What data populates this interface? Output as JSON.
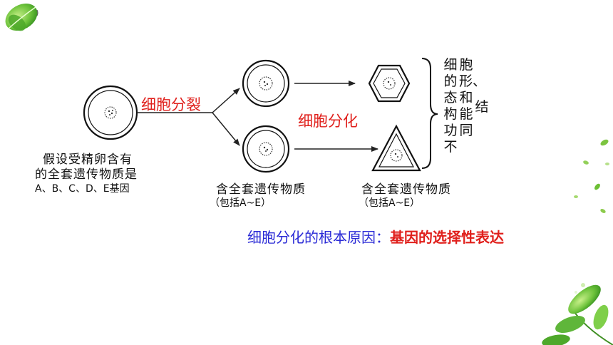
{
  "labels": {
    "division": "细胞分裂",
    "differentiation": "细胞分化",
    "assumption_line1": "假设受精卵含有",
    "assumption_line2": "的全套遗传物质是",
    "assumption_line3": "A、B、C、D、E基因",
    "full_set_1": "含全套遗传物质",
    "includes_1": "（包括A~E）",
    "full_set_2": "含全套遗传物质",
    "includes_2": "（包括A~E）",
    "result_col1": "细的态构功不",
    "result_col2": "胞形、和能同",
    "result_jie": "结"
  },
  "conclusion": {
    "prefix": "细胞分化的根本原因：",
    "answer": "基因的选择性表达"
  },
  "colors": {
    "red": "#e0201c",
    "blue": "#2b2bd6",
    "leaf": "#5dbb2f"
  }
}
